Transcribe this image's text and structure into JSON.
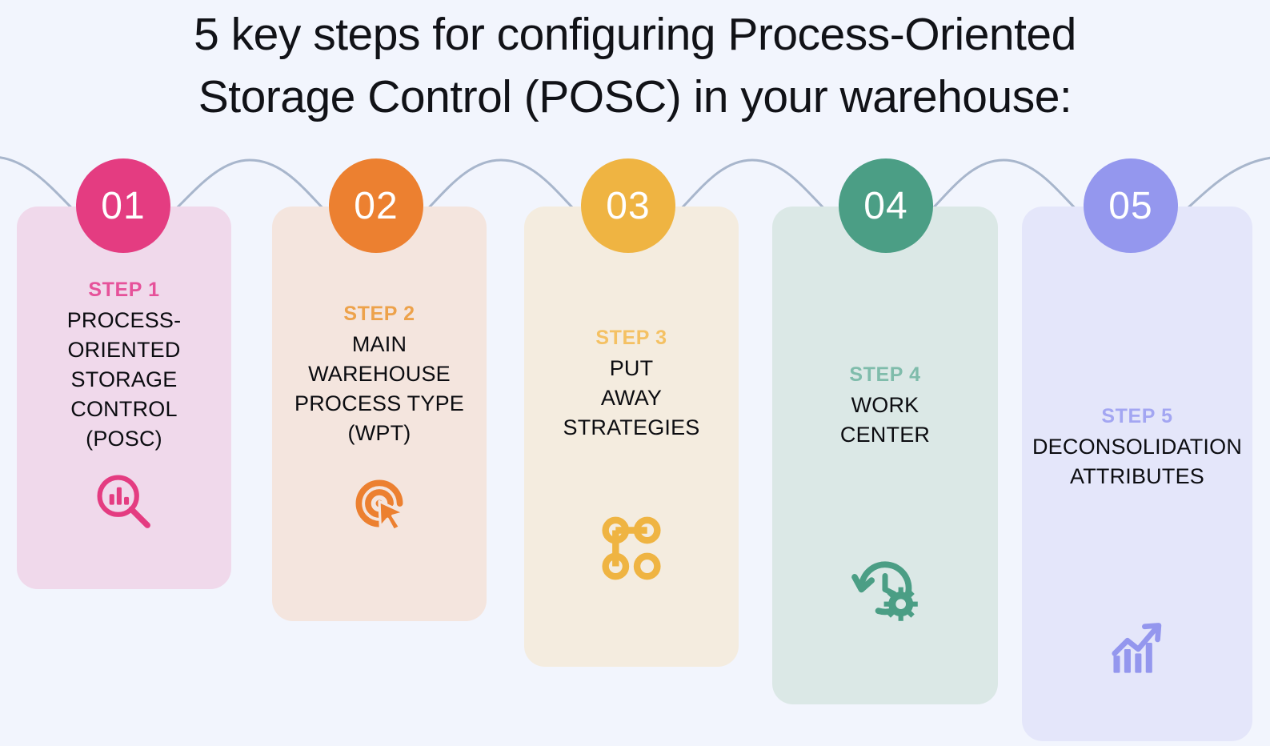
{
  "page": {
    "background_color": "#f2f5fd",
    "title": "5 key steps for configuring Process-Oriented\nStorage Control (POSC) in your warehouse:",
    "connector_color": "#a8b6cc"
  },
  "steps": [
    {
      "number": "01",
      "step_label": "STEP 1",
      "title": "PROCESS-\nORIENTED\nSTORAGE\nCONTROL\n(POSC)",
      "accent_color": "#e43c81",
      "card_color": "#f0d9eb",
      "icon_name": "magnifier-bar-chart-icon"
    },
    {
      "number": "02",
      "step_label": "STEP 2",
      "title": "MAIN\nWAREHOUSE\nPROCESS TYPE\n(WPT)",
      "accent_color": "#ec8030",
      "card_color": "#f4e5de",
      "icon_name": "target-cursor-click-icon"
    },
    {
      "number": "03",
      "step_label": "STEP 3",
      "title": "PUT\nAWAY\nSTRATEGIES",
      "accent_color": "#efb442",
      "card_color": "#f4ecdf",
      "icon_name": "node-network-icon"
    },
    {
      "number": "04",
      "step_label": "STEP 4",
      "title": "WORK\nCENTER",
      "accent_color": "#4b9e85",
      "card_color": "#dbe8e6",
      "icon_name": "clock-history-gear-icon"
    },
    {
      "number": "05",
      "step_label": "STEP 5",
      "title": "DECONSOLIDATION\nATTRIBUTES",
      "accent_color": "#9497ee",
      "card_color": "#e4e6fa",
      "icon_name": "growth-bar-chart-icon"
    }
  ]
}
